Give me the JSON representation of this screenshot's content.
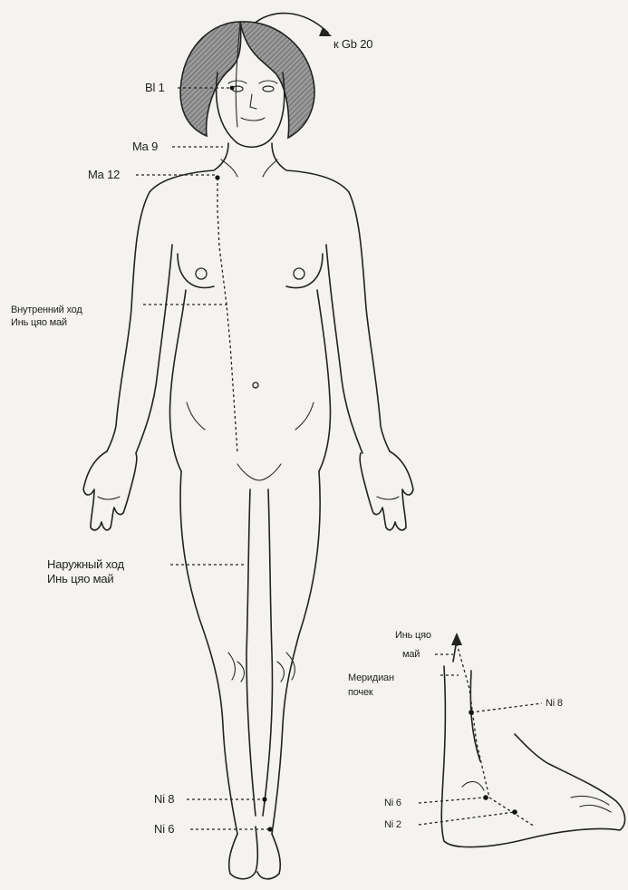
{
  "labels": {
    "gb20": "к Gb 20",
    "bl1": "Bl 1",
    "ma9": "Ma 9",
    "ma12": "Ma 12",
    "inner_line1": "Внутренний ход",
    "inner_line2": "Инь цяо май",
    "outer_line1": "Наружный ход",
    "outer_line2": "Инь цяо май",
    "ni8_body": "Ni 8",
    "ni6_body": "Ni 6",
    "foot_yin_line1": "Инь цяо",
    "foot_yin_line2": "май",
    "foot_kidney_line1": "Меридиан",
    "foot_kidney_line2": "почек",
    "ni8_foot": "Ni 8",
    "ni6_foot": "Ni 6",
    "ni2_foot": "Ni 2"
  },
  "colors": {
    "paper": "#f4f3ef",
    "ink": "#222222",
    "hair_fill": "#8a8a8a"
  }
}
